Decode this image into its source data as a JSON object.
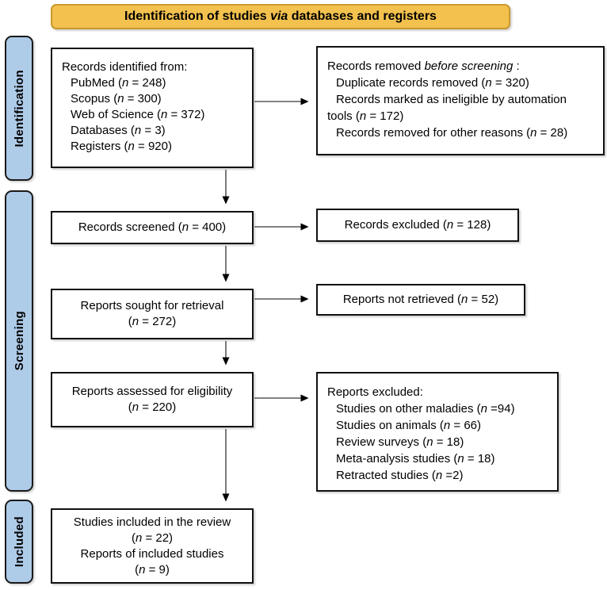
{
  "title": {
    "segments": [
      {
        "t": "Identification of studies "
      },
      {
        "t": "via",
        "s": "i"
      },
      {
        "t": " databases and registers"
      }
    ]
  },
  "sidebars": {
    "identification": {
      "label": "Identification"
    },
    "screening": {
      "label": "Screening"
    },
    "included": {
      "label": "Included"
    }
  },
  "boxes": {
    "identified": {
      "lines": [
        {
          "segments": [
            {
              "t": "Records identified from:"
            }
          ]
        },
        {
          "ind": true,
          "segments": [
            {
              "t": "PubMed ("
            },
            {
              "t": "n",
              "s": "i"
            },
            {
              "t": " = 248)"
            }
          ]
        },
        {
          "ind": true,
          "segments": [
            {
              "t": "Scopus ("
            },
            {
              "t": "n",
              "s": "i"
            },
            {
              "t": " = 300)"
            }
          ]
        },
        {
          "ind": true,
          "segments": [
            {
              "t": "Web of Science ("
            },
            {
              "t": "n",
              "s": "i"
            },
            {
              "t": " = 372)"
            }
          ]
        },
        {
          "ind": true,
          "segments": [
            {
              "t": "Databases ("
            },
            {
              "t": "n",
              "s": "i"
            },
            {
              "t": " = 3)"
            }
          ]
        },
        {
          "ind": true,
          "segments": [
            {
              "t": "Registers ("
            },
            {
              "t": "n",
              "s": "i"
            },
            {
              "t": " = 920)"
            }
          ]
        }
      ]
    },
    "removed": {
      "lines": [
        {
          "segments": [
            {
              "t": "Records removed "
            },
            {
              "t": "before screening",
              "s": "i"
            },
            {
              "t": " :"
            }
          ]
        },
        {
          "ind": true,
          "segments": [
            {
              "t": "Duplicate records removed  ("
            },
            {
              "t": "n",
              "s": "i"
            },
            {
              "t": " = 320)"
            }
          ]
        },
        {
          "ind": true,
          "segments": [
            {
              "t": "Records marked as ineligible by automation"
            }
          ]
        },
        {
          "segments": [
            {
              "t": "tools ("
            },
            {
              "t": "n",
              "s": "i"
            },
            {
              "t": " = 172)"
            }
          ]
        },
        {
          "ind": true,
          "segments": [
            {
              "t": "Records removed for other reasons ("
            },
            {
              "t": "n",
              "s": "i"
            },
            {
              "t": " = 28)"
            }
          ]
        }
      ]
    },
    "screened": {
      "lines": [
        {
          "segments": [
            {
              "t": "Records screened ("
            },
            {
              "t": "n",
              "s": "i"
            },
            {
              "t": " = 400)"
            }
          ]
        }
      ]
    },
    "excluded": {
      "lines": [
        {
          "segments": [
            {
              "t": "Records excluded ("
            },
            {
              "t": "n",
              "s": "i"
            },
            {
              "t": " = 128)"
            }
          ]
        }
      ]
    },
    "sought": {
      "lines": [
        {
          "segments": [
            {
              "t": "Reports sought for retrieval"
            }
          ]
        },
        {
          "segments": [
            {
              "t": "("
            },
            {
              "t": "n",
              "s": "i"
            },
            {
              "t": " = 272)"
            }
          ]
        }
      ]
    },
    "notretrieved": {
      "lines": [
        {
          "segments": [
            {
              "t": "Reports not retrieved ("
            },
            {
              "t": "n",
              "s": "i"
            },
            {
              "t": " = 52)"
            }
          ]
        }
      ]
    },
    "assessed": {
      "lines": [
        {
          "segments": [
            {
              "t": "Reports assessed for eligibility"
            }
          ]
        },
        {
          "segments": [
            {
              "t": "("
            },
            {
              "t": "n",
              "s": "i"
            },
            {
              "t": " = 220)"
            }
          ]
        }
      ]
    },
    "reports_excluded": {
      "lines": [
        {
          "segments": [
            {
              "t": "Reports excluded:"
            }
          ]
        },
        {
          "ind": true,
          "segments": [
            {
              "t": "Studies on other maladies ("
            },
            {
              "t": "n",
              "s": "i"
            },
            {
              "t": " =94)"
            }
          ]
        },
        {
          "ind": true,
          "segments": [
            {
              "t": "Studies on animals ("
            },
            {
              "t": "n",
              "s": "i"
            },
            {
              "t": " = 66)"
            }
          ]
        },
        {
          "ind": true,
          "segments": [
            {
              "t": "Review surveys ("
            },
            {
              "t": "n",
              "s": "i"
            },
            {
              "t": " = 18)"
            }
          ]
        },
        {
          "ind": true,
          "segments": [
            {
              "t": "Meta-analysis studies ("
            },
            {
              "t": "n",
              "s": "i"
            },
            {
              "t": " = 18)"
            }
          ]
        },
        {
          "ind": true,
          "segments": [
            {
              "t": "Retracted studies ("
            },
            {
              "t": "n",
              "s": "i"
            },
            {
              "t": " =2)"
            }
          ]
        }
      ]
    },
    "included_studies": {
      "lines": [
        {
          "segments": [
            {
              "t": "Studies included in the review"
            }
          ]
        },
        {
          "segments": [
            {
              "t": "("
            },
            {
              "t": "n",
              "s": "i"
            },
            {
              "t": " = 22)"
            }
          ]
        },
        {
          "segments": [
            {
              "t": "Reports of included studies"
            }
          ]
        },
        {
          "segments": [
            {
              "t": "("
            },
            {
              "t": "n",
              "s": "i"
            },
            {
              "t": " = 9)"
            }
          ]
        }
      ]
    }
  },
  "colors": {
    "banner_fill": "#F2C14E",
    "banner_border": "#C9992C",
    "sidebar_fill": "#AECBE8",
    "box_border": "#111111",
    "arrow_line": "#595959",
    "arrow_head": "#000000"
  }
}
